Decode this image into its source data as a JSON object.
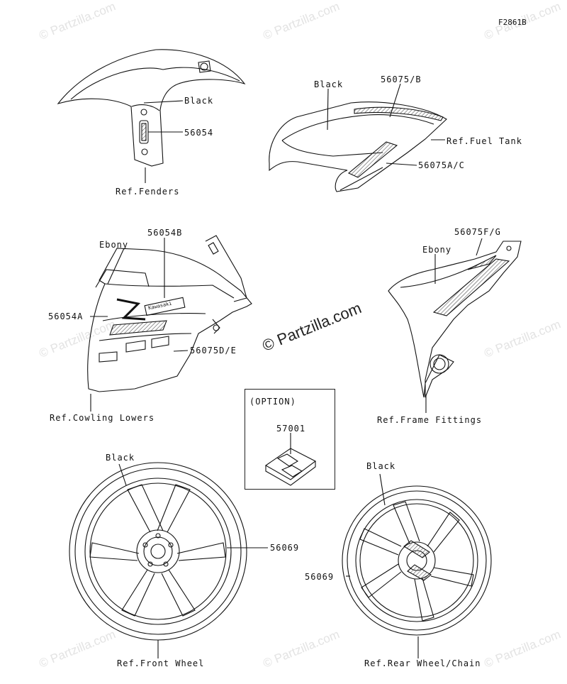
{
  "figure_id": "F2861B",
  "watermark": "© Partzilla.com",
  "center_watermark": "© Partzilla.com",
  "fender": {
    "color_label": "Black",
    "part": "56054",
    "ref": "Ref.Fenders"
  },
  "fuel_tank": {
    "color_label": "Black",
    "part_top": "56075/B",
    "part_side": "56075A/C",
    "ref": "Ref.Fuel Tank"
  },
  "cowling": {
    "color_label": "Ebony",
    "part_top": "56054B",
    "part_left": "56054A",
    "part_right": "56075D/E",
    "ref": "Ref.Cowling Lowers",
    "decal_text": "Kawasaki"
  },
  "frame": {
    "part_top": "56075F/G",
    "color_label": "Ebony",
    "ref": "Ref.Frame Fittings"
  },
  "option": {
    "title": "(OPTION)",
    "part": "57001"
  },
  "front_wheel": {
    "color_label": "Black",
    "part": "56069",
    "ref": "Ref.Front Wheel"
  },
  "rear_wheel": {
    "color_label": "Black",
    "part": "56069",
    "ref": "Ref.Rear Wheel/Chain"
  }
}
